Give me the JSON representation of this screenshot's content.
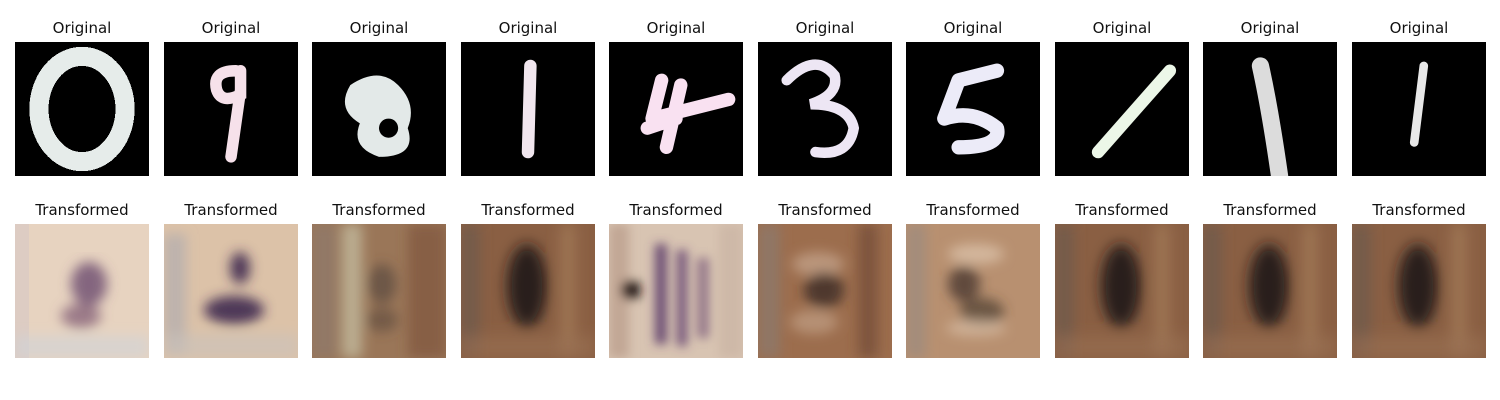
{
  "figure": {
    "rows": [
      {
        "row_label": "original",
        "title": "Original",
        "panels": [
          {
            "index": 0,
            "digit": "0",
            "ink_color": "#e6ecea"
          },
          {
            "index": 1,
            "digit": "9",
            "ink_color": "#f6e1ea"
          },
          {
            "index": 2,
            "digit": "8",
            "ink_color": "#e3e9e8"
          },
          {
            "index": 3,
            "digit": "1",
            "ink_color": "#f1e6ee"
          },
          {
            "index": 4,
            "digit": "4",
            "ink_color": "#f9e1f1"
          },
          {
            "index": 5,
            "digit": "3",
            "ink_color": "#ede6f4"
          },
          {
            "index": 6,
            "digit": "5",
            "ink_color": "#ecebf8"
          },
          {
            "index": 7,
            "digit": "1",
            "ink_color": "#ecf7e8"
          },
          {
            "index": 8,
            "digit": "1",
            "ink_color": "#dcdcdc"
          },
          {
            "index": 9,
            "digit": "1",
            "ink_color": "#e8e8e8"
          }
        ]
      },
      {
        "row_label": "transformed",
        "title": "Transformed",
        "panels": [
          {
            "index": 0,
            "style": "light",
            "base": "#e7d3c0",
            "blob": "#6c4a6e"
          },
          {
            "index": 1,
            "style": "light",
            "base": "#dcc2a8",
            "blob": "#3d2850"
          },
          {
            "index": 2,
            "style": "mid",
            "base": "#9a7658",
            "blob": "#5a4a3e"
          },
          {
            "index": 3,
            "style": "dark",
            "base": "#8a5f43",
            "blob": "#1c1414"
          },
          {
            "index": 4,
            "style": "light",
            "base": "#d8c4b2",
            "blob": "#5a3a6a"
          },
          {
            "index": 5,
            "style": "mid",
            "base": "#9c6d4d",
            "blob": "#3c2a24"
          },
          {
            "index": 6,
            "style": "mid",
            "base": "#b89070",
            "blob": "#4a3a2e"
          },
          {
            "index": 7,
            "style": "dark",
            "base": "#8a5f43",
            "blob": "#1c1414"
          },
          {
            "index": 8,
            "style": "dark",
            "base": "#8a5f43",
            "blob": "#1c1414"
          },
          {
            "index": 9,
            "style": "dark",
            "base": "#8a5f43",
            "blob": "#1c1414"
          }
        ]
      }
    ]
  }
}
